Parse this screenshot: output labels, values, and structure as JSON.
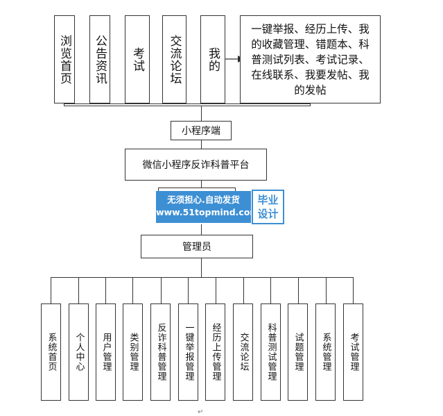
{
  "top_modules": [
    "浏览首页",
    "公告资讯",
    "考试",
    "交流论坛",
    "我的"
  ],
  "my_description": "一键举报、经历上传、我的收藏管理、错题本、科普测试列表、考试记录、在线联系、我要发帖、我的发帖",
  "client_node": "小程序端",
  "platform_node": "微信小程序反诈科普平台",
  "admin_node": "管理员",
  "admin_modules": [
    "系统首页",
    "个人中心",
    "用户管理",
    "类别管理",
    "反诈科普管理",
    "一键举报管理",
    "经历上传管理",
    "交流论坛",
    "科普测试管理",
    "试题管理",
    "系统管理",
    "考试管理"
  ],
  "watermark": {
    "line1": "无须担心.自动发货",
    "line2": "www.51topmind.com",
    "badge1": "毕业",
    "badge2": "设计"
  },
  "footer_mark": "↵"
}
